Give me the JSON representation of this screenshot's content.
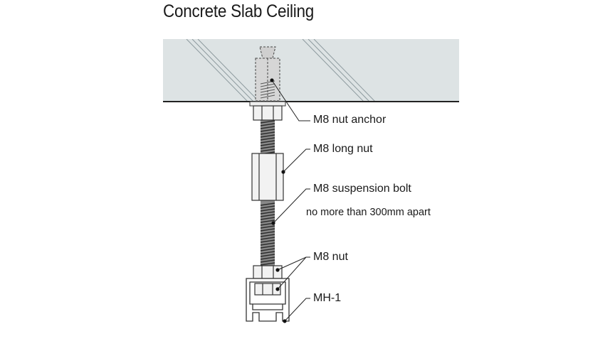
{
  "diagram": {
    "title": "Concrete Slab Ceiling",
    "labels": {
      "nut_anchor": "M8 nut anchor",
      "long_nut": "M8 long nut",
      "suspension_bolt": "M8 suspension bolt",
      "spacing_note": "no more than 300mm apart",
      "nut": "M8 nut",
      "channel": "MH-1"
    },
    "colors": {
      "slab_fill": "#dde3e4",
      "line": "#333333",
      "anchor_fill": "#d4d4d4",
      "nut_fill": "#efefef"
    }
  }
}
